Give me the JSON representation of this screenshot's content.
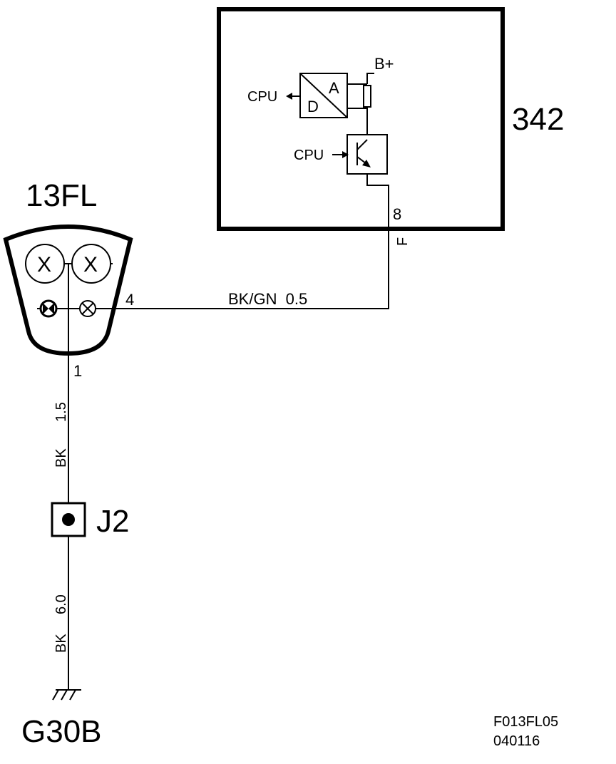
{
  "module": {
    "id": "342",
    "pin": "8",
    "pin_side": "F",
    "supply": "B+"
  },
  "adc": {
    "label_a": "A",
    "label_d": "D",
    "cpu_out": "CPU"
  },
  "driver": {
    "cpu_in": "CPU"
  },
  "connector": {
    "id": "13FL",
    "pin_signal": "4",
    "pin_ground": "1"
  },
  "wires": {
    "signal": "BK/GN  0.5",
    "ground_upper_color": "BK",
    "ground_upper_size": "1.5",
    "ground_lower_color": "BK",
    "ground_lower_size": "6.0"
  },
  "splice": {
    "id": "J2"
  },
  "ground": {
    "id": "G30B"
  },
  "footer": {
    "code": "F013FL05",
    "date": "040116"
  }
}
